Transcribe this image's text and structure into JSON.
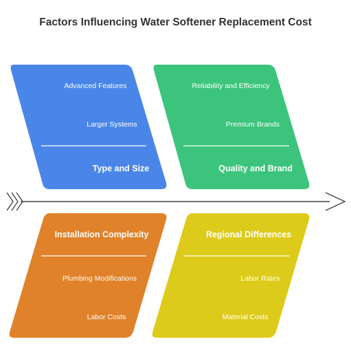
{
  "title": "Factors Influencing Water Softener Replacement Cost",
  "colors": {
    "type_size": "#4A86E8",
    "quality_brand": "#3CC47C",
    "installation": "#E0822A",
    "regional": "#DDCB1B",
    "spine": "#444444"
  },
  "branches": {
    "type_size": {
      "heading": "Type and Size",
      "items": [
        "Advanced Features",
        "Larger Systems"
      ]
    },
    "quality_brand": {
      "heading": "Quality and Brand",
      "items": [
        "Reliability and Efficiency",
        "Premium Brands"
      ]
    },
    "installation": {
      "heading": "Installation Complexity",
      "items": [
        "Plumbing Modifications",
        "Labor Costs"
      ]
    },
    "regional": {
      "heading": "Regional Differences",
      "items": [
        "Labor Rates",
        "Material Costs"
      ]
    }
  }
}
